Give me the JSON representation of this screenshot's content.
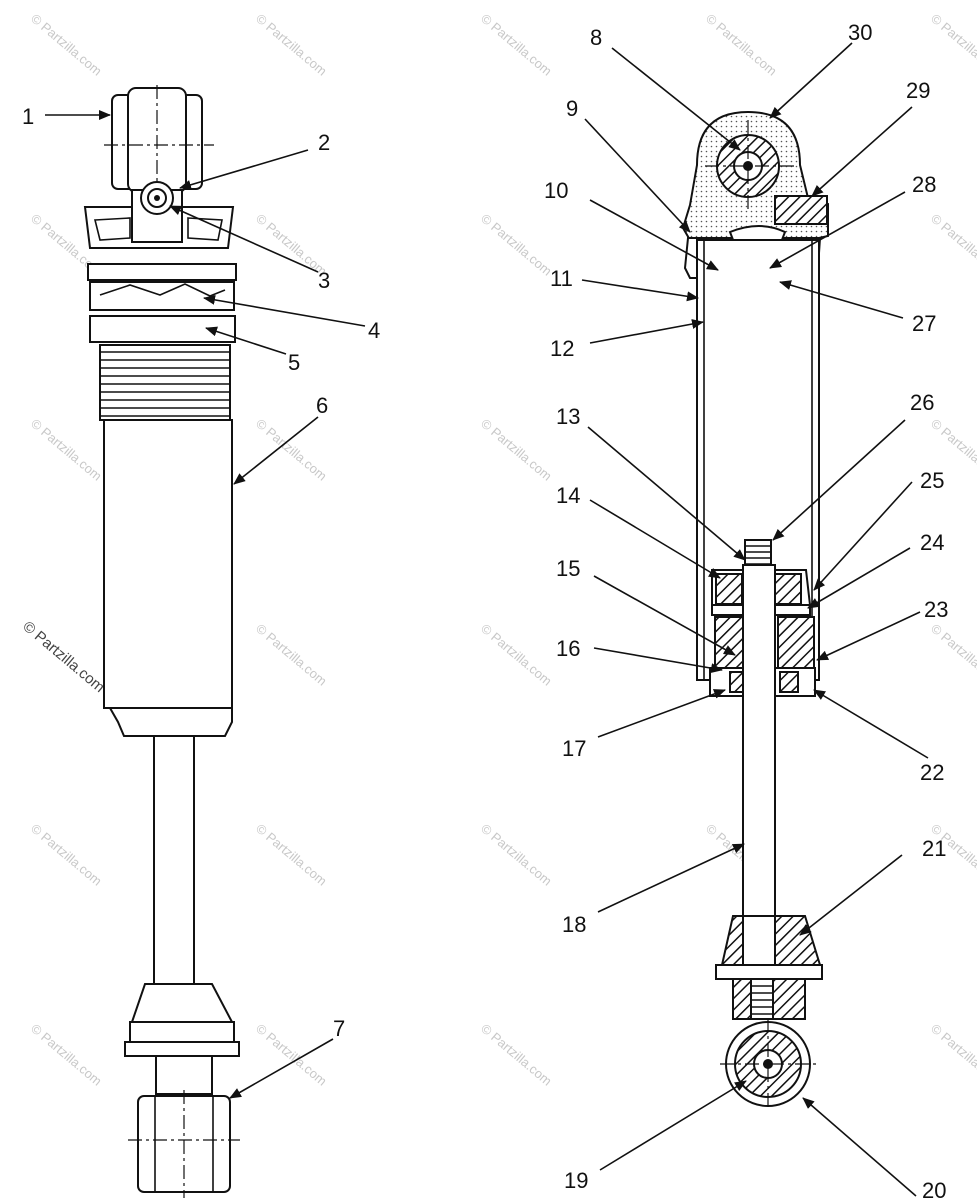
{
  "watermark": "© Partzilla.com",
  "callouts": [
    "1",
    "2",
    "3",
    "4",
    "5",
    "6",
    "7",
    "8",
    "9",
    "10",
    "11",
    "12",
    "13",
    "14",
    "15",
    "16",
    "17",
    "18",
    "19",
    "20",
    "21",
    "22",
    "23",
    "24",
    "25",
    "26",
    "27",
    "28",
    "29",
    "30"
  ]
}
